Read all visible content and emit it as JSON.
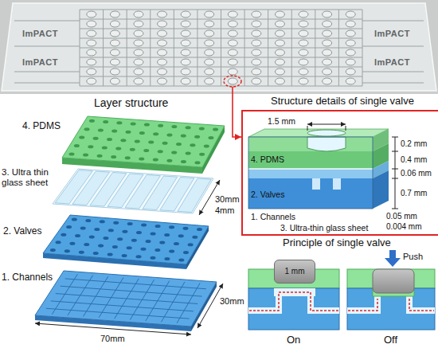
{
  "diagram": {
    "nodes": [
      {
        "text": [
          "ImPACT",
          "ImPACT",
          "ImPACT",
          "ImPACT"
        ]
      },
      {
        "text": [
          "Structure details of single valve"
        ]
      },
      {
        "text": [
          "1 mm"
        ]
      }
    ],
    "edges": [
      {
        "from": 0,
        "to": 1,
        "arrow": "to"
      }
    ],
    "labels": [
      "Layer structure",
      "4. PDMS",
      "3. Ultra thin glass sheet",
      "30mm",
      "4mm",
      "2. Valves",
      "1. Channels",
      "30mm",
      "70mm",
      "1.5 mm",
      "0.2 mm",
      "0.4 mm",
      "0.06 mm",
      "0.7 mm",
      "4. PDMS",
      "2. Valves",
      "0.05 mm",
      "0.004 mm",
      "1. Channels",
      "3. Ultra-thin glass sheet",
      "Principle of single valve",
      "Push",
      "On",
      "Off"
    ]
  }
}
